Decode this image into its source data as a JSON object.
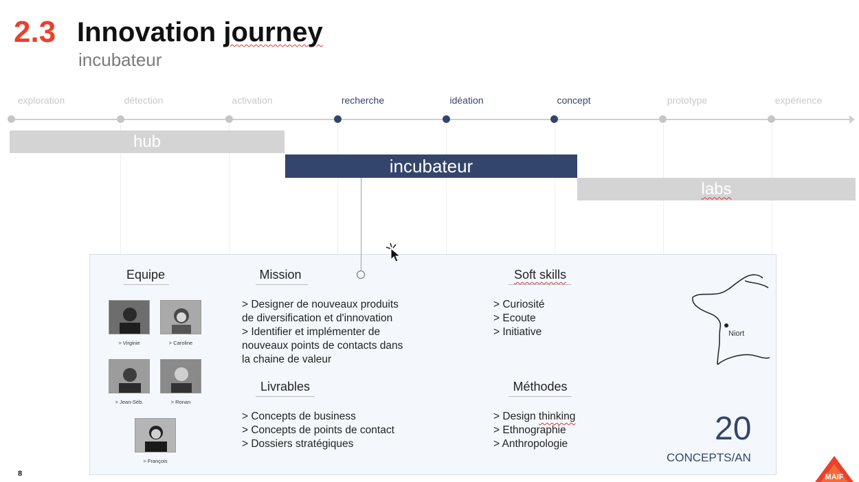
{
  "header": {
    "section_number": "2.3",
    "title": "Innovation journey",
    "subtitle": "incubateur"
  },
  "timeline": {
    "stages": [
      {
        "label": "exploration",
        "active": false
      },
      {
        "label": "détection",
        "active": false
      },
      {
        "label": "activation",
        "active": false
      },
      {
        "label": "recherche",
        "active": true
      },
      {
        "label": "idéation",
        "active": true
      },
      {
        "label": "concept",
        "active": true
      },
      {
        "label": "prototype",
        "active": false
      },
      {
        "label": "expérience",
        "active": false
      }
    ]
  },
  "phases": {
    "hub": "hub",
    "incubateur": "incubateur",
    "labs": "labs"
  },
  "panel": {
    "equipe": {
      "heading": "Equipe",
      "members": [
        "> Virginie",
        "> Caroline",
        "> Jean-Séb.",
        "> Ronan",
        "> François"
      ]
    },
    "mission": {
      "heading": "Mission",
      "lines": [
        "> Designer de nouveaux produits",
        "de diversification et d'innovation",
        "> Identifier et implémenter de",
        "nouveaux points de contacts dans",
        "la chaine de valeur"
      ]
    },
    "soft_skills": {
      "heading": "Soft skills",
      "items": [
        "> Curiosité",
        "> Ecoute",
        "> Initiative"
      ]
    },
    "livrables": {
      "heading": "Livrables",
      "items": [
        "> Concepts de business",
        "> Concepts de points de contact",
        "> Dossiers stratégiques"
      ]
    },
    "methodes": {
      "heading": "Méthodes",
      "items": [
        "> Design thinking",
        "> Ethnographie",
        "> Anthropologie"
      ]
    },
    "map": {
      "city": "Niort"
    },
    "stat": {
      "value": "20",
      "caption": "CONCEPTS/AN"
    }
  },
  "footer": {
    "page_number": "8",
    "logo_text": "MAIF"
  },
  "colors": {
    "accent_red": "#e8412c",
    "navy": "#33456b",
    "bar_grey": "#d4d4d4"
  }
}
